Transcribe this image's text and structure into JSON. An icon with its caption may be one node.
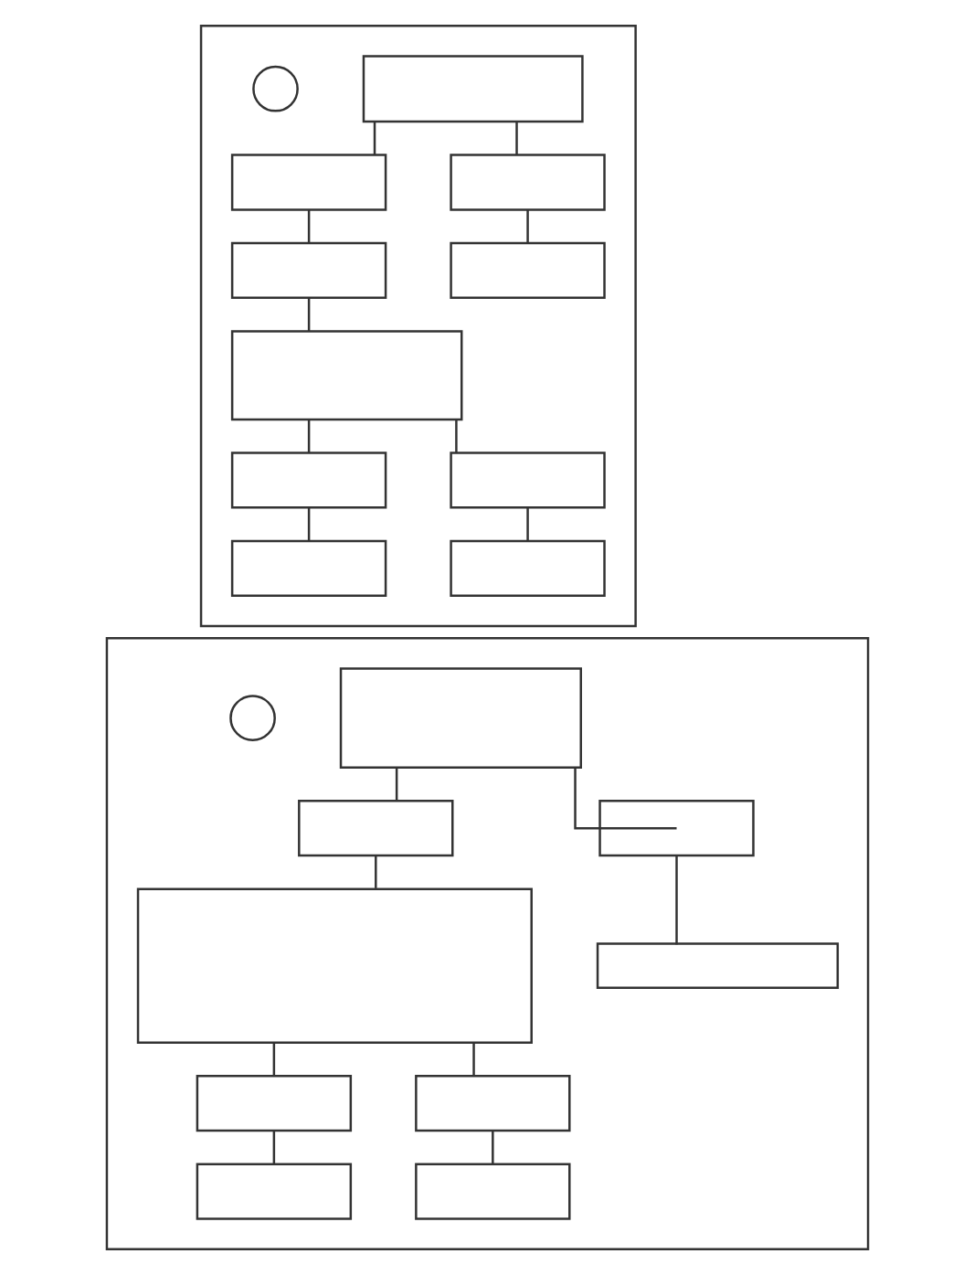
{
  "diagram": {
    "nodes": [
      {
        "text": [],
        "shape": "box"
      },
      {
        "text": [],
        "shape": "circle",
        "in": 0
      },
      {
        "text": [],
        "shape": "box",
        "in": 0
      },
      {
        "text": [],
        "shape": "box",
        "in": 0
      },
      {
        "text": [],
        "shape": "box",
        "in": 0
      },
      {
        "text": [],
        "shape": "box",
        "in": 0
      },
      {
        "text": [],
        "shape": "box",
        "in": 0
      },
      {
        "text": [],
        "shape": "box",
        "in": 0
      },
      {
        "text": [],
        "shape": "box",
        "in": 0
      },
      {
        "text": [],
        "shape": "box",
        "in": 0
      },
      {
        "text": [],
        "shape": "box",
        "in": 0
      },
      {
        "text": [],
        "shape": "box",
        "in": 0
      },
      {
        "text": [],
        "shape": "box"
      },
      {
        "text": [],
        "shape": "circle",
        "in": 12
      },
      {
        "text": [],
        "shape": "box",
        "in": 12
      },
      {
        "text": [],
        "shape": "box",
        "in": 12
      },
      {
        "text": [],
        "shape": "box",
        "in": 12
      },
      {
        "text": [],
        "shape": "box",
        "in": 12
      },
      {
        "text": [],
        "shape": "box",
        "in": 12
      },
      {
        "text": [],
        "shape": "box",
        "in": 12
      },
      {
        "text": [],
        "shape": "box",
        "in": 12
      },
      {
        "text": [],
        "shape": "box",
        "in": 12
      },
      {
        "text": [],
        "shape": "box",
        "in": 12
      }
    ],
    "edges": [
      {
        "from": 2,
        "to": 3,
        "arrow": "none"
      },
      {
        "from": 2,
        "to": 4,
        "arrow": "none"
      },
      {
        "from": 3,
        "to": 5,
        "arrow": "none"
      },
      {
        "from": 4,
        "to": 6,
        "arrow": "none"
      },
      {
        "from": 5,
        "to": 7,
        "arrow": "none"
      },
      {
        "from": 7,
        "to": 8,
        "arrow": "none"
      },
      {
        "from": 7,
        "to": 9,
        "arrow": "none"
      },
      {
        "from": 8,
        "to": 10,
        "arrow": "none"
      },
      {
        "from": 9,
        "to": 11,
        "arrow": "none"
      },
      {
        "from": 14,
        "to": 15,
        "arrow": "none"
      },
      {
        "from": 14,
        "to": 16,
        "arrow": "none"
      },
      {
        "from": 15,
        "to": 17,
        "arrow": "none"
      },
      {
        "from": 16,
        "to": 18,
        "arrow": "none"
      },
      {
        "from": 17,
        "to": 19,
        "arrow": "none"
      },
      {
        "from": 17,
        "to": 20,
        "arrow": "none"
      },
      {
        "from": 19,
        "to": 21,
        "arrow": "none"
      },
      {
        "from": 20,
        "to": 22,
        "arrow": "none"
      }
    ]
  }
}
